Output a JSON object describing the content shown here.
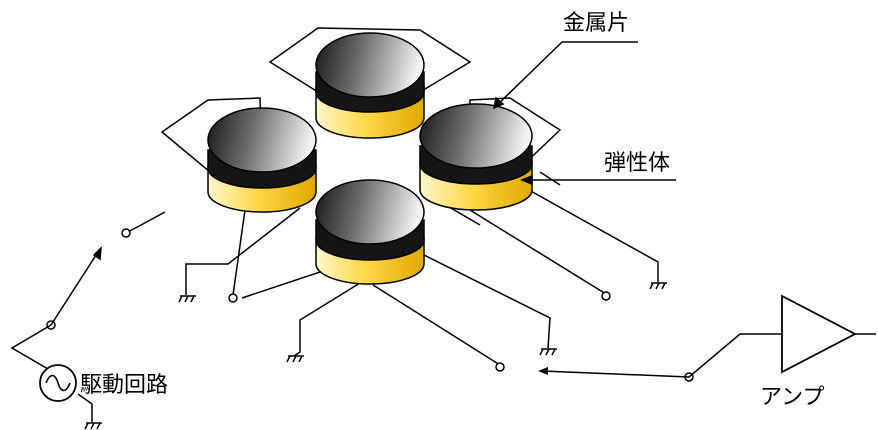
{
  "labels": {
    "metal_piece": "金属片",
    "elastic_body": "弾性体",
    "drive_circuit": "駆動回路",
    "amplifier": "アンプ"
  },
  "colors": {
    "elastic": "#f2c200",
    "metal_dark": "#151515",
    "metal_light": "#f2f2f2",
    "line": "#000000"
  }
}
